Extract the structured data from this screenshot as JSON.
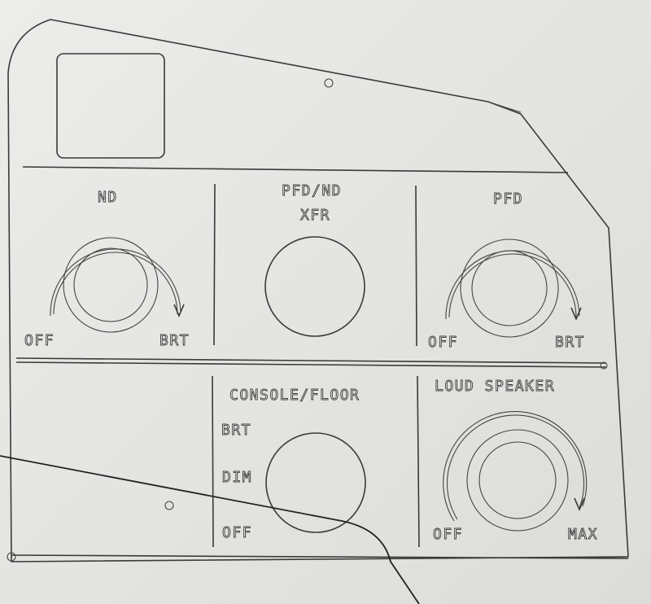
{
  "sections": {
    "nd": {
      "title": "ND",
      "left": "OFF",
      "right": "BRT"
    },
    "xfr": {
      "title_line1": "PFD/ND",
      "title_line2": "XFR"
    },
    "pfd": {
      "title": "PFD",
      "left": "OFF",
      "right": "BRT"
    },
    "console": {
      "title": "CONSOLE/FLOOR",
      "pos1": "BRT",
      "pos2": "DIM",
      "pos3": "OFF"
    },
    "speaker": {
      "title": "LOUD SPEAKER",
      "left": "OFF",
      "right": "MAX"
    }
  },
  "colors": {
    "engraving": "#3a3a3a",
    "face": "#f2f2f0",
    "paper": "#e9e9e7"
  }
}
